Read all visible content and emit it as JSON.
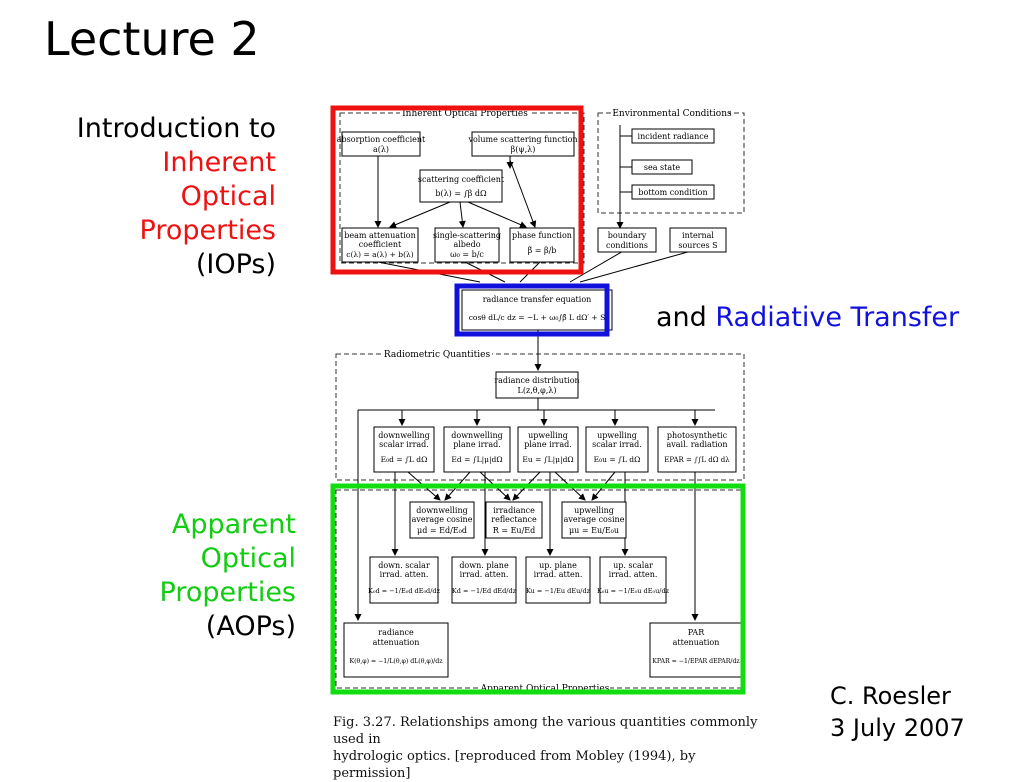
{
  "slide": {
    "title": "Lecture 2",
    "iop_intro": "Introduction to",
    "iop_lines": [
      "Inherent",
      "Optical",
      "Properties",
      "(IOPs)"
    ],
    "rt_and": "and",
    "rt_label": "Radiative Transfer",
    "aop_lines": [
      "Apparent",
      "Optical",
      "Properties",
      "(AOPs)"
    ],
    "author": "C. Roesler",
    "date": "3 July 2007",
    "caption_lines": [
      "Fig. 3.27.  Relationships among the various quantities commonly used in",
      "hydrologic optics.  [reproduced from Mobley (1994), by permission]"
    ]
  },
  "colors": {
    "iop": "#ee1111",
    "rt": "#1111dd",
    "aop": "#11dd11",
    "text": "#000000"
  },
  "diagram": {
    "iop_group": "Inherent Optical Properties",
    "env_group": "Environmental Conditions",
    "rad_group": "Radiometric Quantities",
    "aop_group": "Apparent Optical Properties",
    "absorption": [
      "absorption coefficient",
      "a(λ)"
    ],
    "vsf": [
      "volume scattering function",
      "β(ψ,λ)"
    ],
    "scattering": [
      "scattering coefficient",
      "b(λ) = ∫β dΩ"
    ],
    "beam": [
      "beam attenuation",
      "coefficient",
      "c(λ) = a(λ) + b(λ)"
    ],
    "albedo": [
      "single-scattering",
      "albedo",
      "ω₀ = b/c"
    ],
    "phase": [
      "phase function",
      "β̃ = β/b"
    ],
    "env_items": [
      "incident radiance",
      "sea state",
      "bottom condition"
    ],
    "boundary": [
      "boundary",
      "conditions"
    ],
    "internal": [
      "internal",
      "sources S"
    ],
    "rte": [
      "radiance transfer equation",
      "cosθ dL/c dz = −L + ω₀∫β̃ L dΩ′ + S"
    ],
    "radiance_dist": [
      "radiance distribution",
      "L(z,θ,φ,λ)"
    ],
    "radiometric": [
      [
        "downwelling",
        "scalar irrad.",
        "E₀d = ∫L dΩ"
      ],
      [
        "downwelling",
        "plane irrad.",
        "Ed = ∫L|μ|dΩ"
      ],
      [
        "upwelling",
        "plane irrad.",
        "Eu = ∫L|μ|dΩ"
      ],
      [
        "upwelling",
        "scalar irrad.",
        "E₀u = ∫L dΩ"
      ],
      [
        "photosynthetic",
        "avail. radiation",
        "EPAR = ∫∫L dΩ dλ"
      ]
    ],
    "aop_mid": [
      [
        "downwelling",
        "average cosine",
        "μd = Ed/E₀d"
      ],
      [
        "irradiance",
        "reflectance",
        "R = Eu/Ed"
      ],
      [
        "upwelling",
        "average cosine",
        "μu = Eu/E₀u"
      ]
    ],
    "aop_k": [
      [
        "down. scalar",
        "irrad. atten.",
        "K₀d = −1/E₀d dE₀d/dz"
      ],
      [
        "down. plane",
        "irrad. atten.",
        "Kd = −1/Ed dEd/dz"
      ],
      [
        "up. plane",
        "irrad. atten.",
        "Ku = −1/Eu dEu/dz"
      ],
      [
        "up. scalar",
        "irrad. atten.",
        "K₀u = −1/E₀u dE₀u/dz"
      ]
    ],
    "radiance_atten": [
      "radiance",
      "attenuation",
      "K(θ,φ) = −1/L(θ,φ) dL(θ,φ)/dz"
    ],
    "par_atten": [
      "PAR",
      "attenuation",
      "KPAR = −1/EPAR dEPAR/dz"
    ]
  }
}
